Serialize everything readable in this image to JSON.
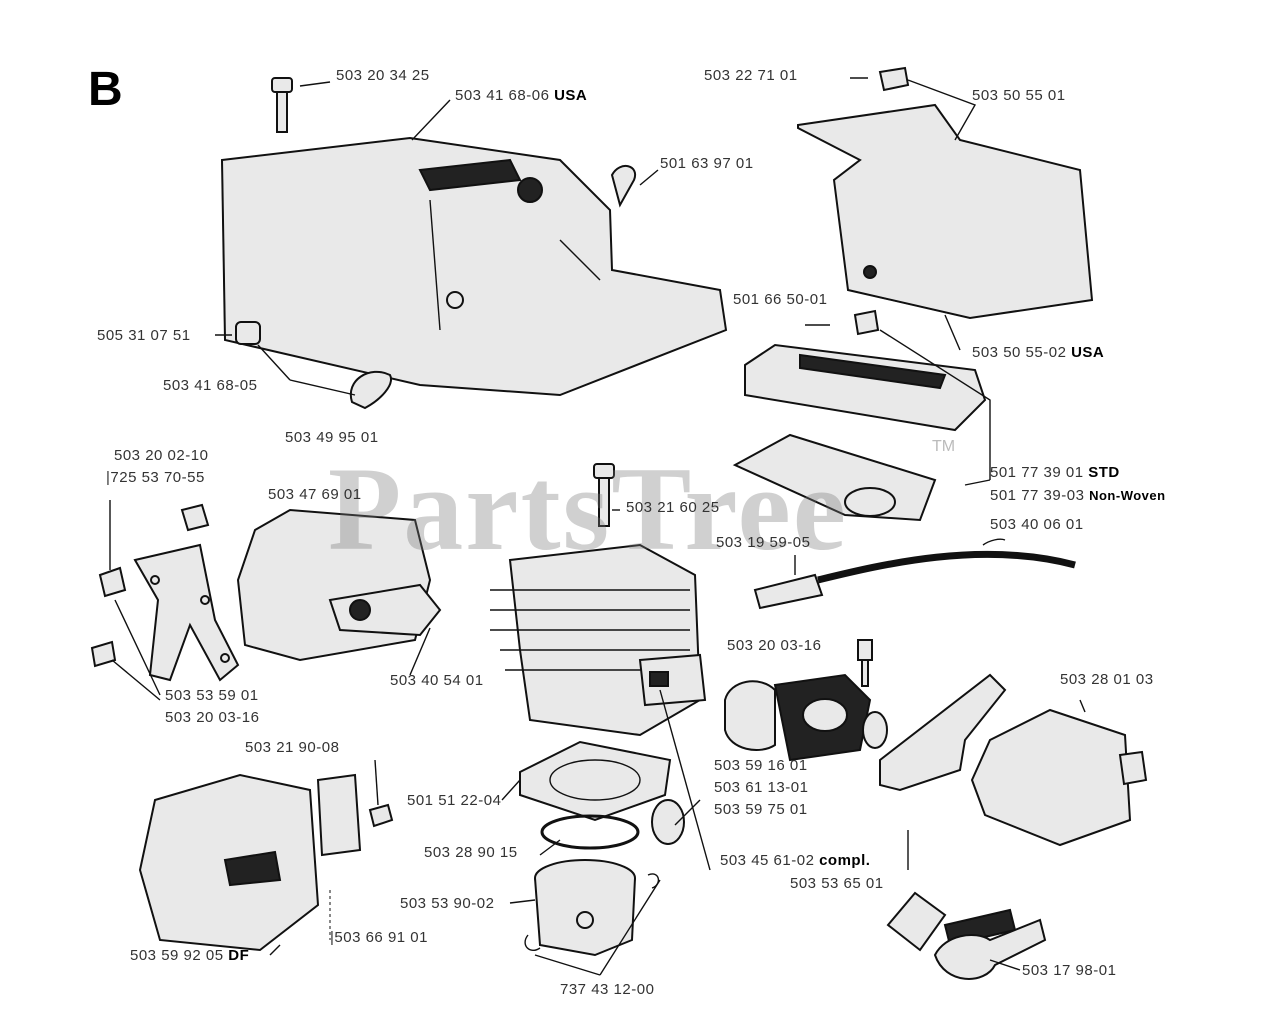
{
  "section_letter": "B",
  "watermark": "PartsTree",
  "watermark_tm": "TM",
  "labels": {
    "p1": "503 20 34 25",
    "p2_num": "503 41 68-06",
    "p2_suffix": "USA",
    "p3": "501 63 97 01",
    "p4": "503 22 71 01",
    "p5": "503 50 55 01",
    "p6": "501 66 50-01",
    "p7_num": "503 50 55-02",
    "p7_suffix": "USA",
    "p8": "505 31 07 51",
    "p9": "503 41 68-05",
    "p10": "503 49 95 01",
    "p11_num": "501 77 39 01",
    "p11_suffix": "STD",
    "p12_num": "501 77 39-03",
    "p12_suffix": "Non-Woven",
    "p13": "503 20 02-10",
    "p14": "|725 53 70-55",
    "p15": "503 47 69 01",
    "p16": "503 21 60 25",
    "p17": "503 40 06 01",
    "p18": "503 19 59-05",
    "p19": "503 40 54 01",
    "p20": "503 20 03-16",
    "p21": "503 28 01 03",
    "p22": "503 53 59 01",
    "p23": "503 20 03-16",
    "p24": "503 21 90-08",
    "p25": "503 59 16 01",
    "p26": "503 61 13-01",
    "p27": "501 51 22-04",
    "p28": "503 59 75 01",
    "p29": "503 28 90 15",
    "p30_num": "503 45 61-02",
    "p30_suffix": "compl.",
    "p31": "503 53 65 01",
    "p32": "503 53 90-02",
    "p33_num": "503 59 92 05",
    "p33_suffix": "DF",
    "p34": "|503 66 91 01",
    "p35": "737 43 12-00",
    "p36": "503 17 98-01"
  }
}
